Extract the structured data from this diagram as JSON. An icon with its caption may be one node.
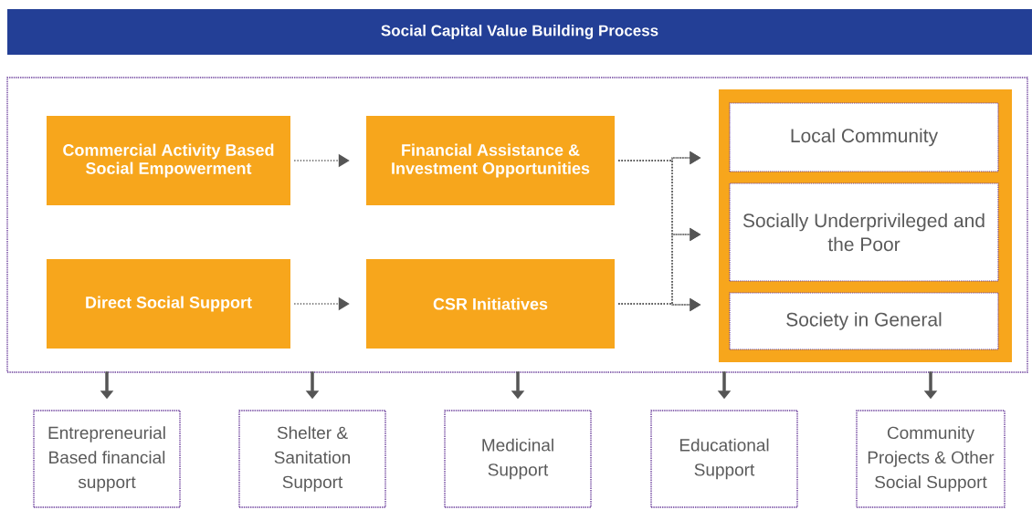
{
  "diagram": {
    "title": "Social Capital Value Building Process",
    "nodes": [
      {
        "text": [],
        "shape": "box"
      },
      {
        "text": [
          "Commercial Activity Based Social Empowerment"
        ],
        "in": 0
      },
      {
        "text": [
          "Financial Assistance & Investment Opportunities"
        ],
        "in": 0
      },
      {
        "text": [
          "Direct Social Support"
        ],
        "in": 0
      },
      {
        "text": [
          "CSR Initiatives"
        ],
        "in": 0
      },
      {
        "text": [],
        "shape": "box",
        "in": 0
      },
      {
        "text": [
          "Local Community"
        ],
        "in": 5
      },
      {
        "text": [
          "Socially Underprivileged and the Poor"
        ],
        "in": 5
      },
      {
        "text": [
          "Society in General"
        ],
        "in": 5
      },
      {
        "text": [
          "Entrepreneurial Based financial support"
        ]
      },
      {
        "text": [
          "Shelter & Sanitation Support"
        ]
      },
      {
        "text": [
          "Medicinal Support"
        ]
      },
      {
        "text": [
          "Educational Support"
        ]
      },
      {
        "text": [
          "Community Projects & Other Social Support"
        ]
      }
    ],
    "edges": [
      {
        "from": 1,
        "to": 2,
        "arrow": "to",
        "style": "dashed"
      },
      {
        "from": 3,
        "to": 4,
        "arrow": "to",
        "style": "dashed"
      },
      {
        "from": 2,
        "to": 6,
        "arrow": "to",
        "style": "dashed"
      },
      {
        "from": 2,
        "to": 7,
        "arrow": "to",
        "style": "dashed"
      },
      {
        "from": 2,
        "to": 8,
        "arrow": "to",
        "style": "dashed"
      },
      {
        "from": 4,
        "to": 6,
        "arrow": "to",
        "style": "dashed"
      },
      {
        "from": 4,
        "to": 7,
        "arrow": "to",
        "style": "dashed"
      },
      {
        "from": 4,
        "to": 8,
        "arrow": "to",
        "style": "dashed"
      },
      {
        "from": 0,
        "to": 9,
        "arrow": "to",
        "style": "thick"
      },
      {
        "from": 0,
        "to": 10,
        "arrow": "to",
        "style": "thick"
      },
      {
        "from": 0,
        "to": 11,
        "arrow": "to",
        "style": "thick"
      },
      {
        "from": 0,
        "to": 12,
        "arrow": "to",
        "style": "thick"
      },
      {
        "from": 0,
        "to": 13,
        "arrow": "to",
        "style": "thick"
      }
    ]
  }
}
